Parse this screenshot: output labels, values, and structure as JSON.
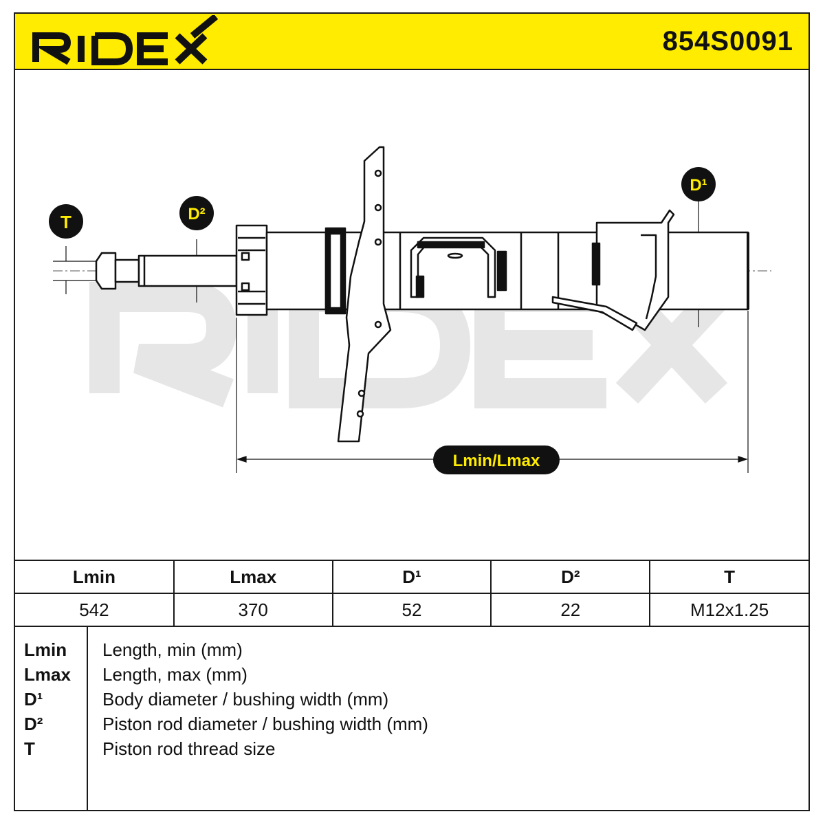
{
  "brand": "RIDEX",
  "part_number": "854S0091",
  "labels": {
    "T": "T",
    "D2": "D²",
    "D1": "D¹",
    "L": "Lmin/Lmax"
  },
  "table": {
    "headers": [
      "Lmin",
      "Lmax",
      "D¹",
      "D²",
      "T"
    ],
    "values": [
      "542",
      "370",
      "52",
      "22",
      "M12x1.25"
    ]
  },
  "legend": [
    {
      "key": "Lmin",
      "desc": "Length, min (mm)"
    },
    {
      "key": "Lmax",
      "desc": "Length, max (mm)"
    },
    {
      "key": "D¹",
      "desc": "Body diameter / bushing width (mm)"
    },
    {
      "key": "D²",
      "desc": "Piston rod diameter / bushing width (mm)"
    },
    {
      "key": "T",
      "desc": "Piston rod thread size"
    }
  ],
  "colors": {
    "yellow": "#ffec00",
    "black": "#111111",
    "watermark": "#e6e6e6"
  }
}
